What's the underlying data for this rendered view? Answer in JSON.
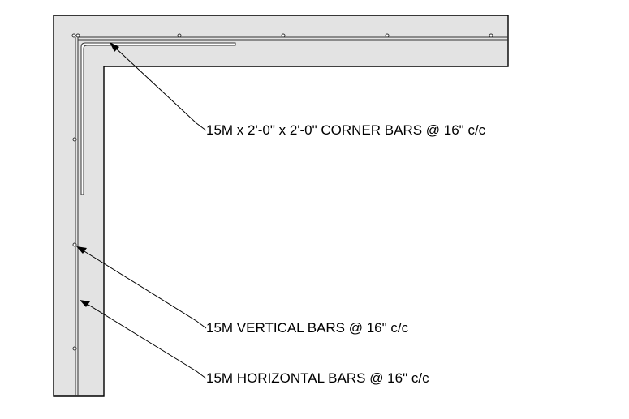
{
  "annotations": {
    "corner_bars": "15M x 2'-0\" x 2'-0\" CORNER BARS @ 16\" c/c",
    "vertical_bars": "15M VERTICAL BARS @ 16\" c/c",
    "horizontal_bars": "15M HORIZONTAL BARS @ 16\" c/c"
  },
  "colors": {
    "concrete_fill": "#e3e3e3",
    "outline": "#000000",
    "rebar": "#333333",
    "background": "#ffffff"
  }
}
